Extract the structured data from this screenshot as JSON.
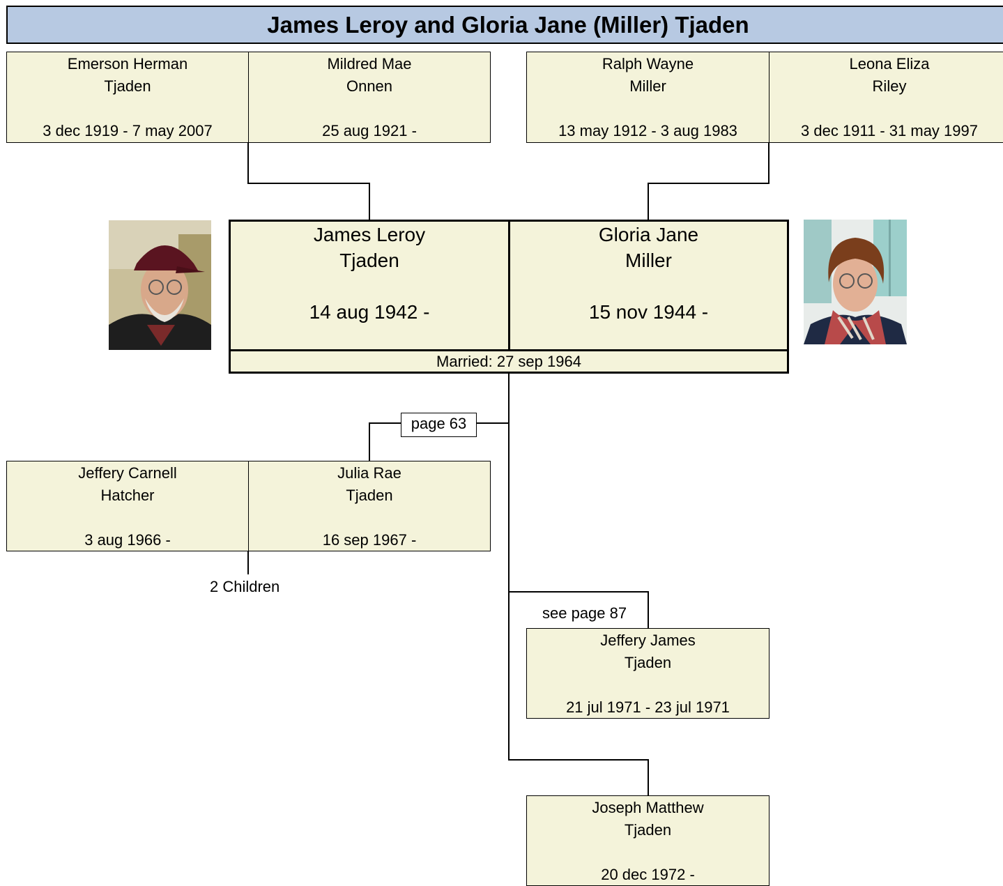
{
  "title": "James Leroy and Gloria Jane (Miller) Tjaden",
  "grandparents": [
    {
      "first": "Emerson Herman",
      "last": "Tjaden",
      "dates": "3 dec 1919 - 7 may 2007"
    },
    {
      "first": "Mildred Mae",
      "last": "Onnen",
      "dates": "25 aug 1921 -"
    },
    {
      "first": "Ralph Wayne",
      "last": "Miller",
      "dates": "13 may 1912 - 3 aug 1983"
    },
    {
      "first": "Leona Eliza",
      "last": "Riley",
      "dates": "3 dec 1911 - 31 may 1997"
    }
  ],
  "couple": {
    "husband": {
      "first": "James Leroy",
      "last": "Tjaden",
      "dates": "14 aug 1942 -"
    },
    "wife": {
      "first": "Gloria Jane",
      "last": "Miller",
      "dates": "15 nov 1944 -"
    },
    "married": "Married: 27 sep 1964"
  },
  "children": [
    {
      "spouse": {
        "first": "Jeffery Carnell",
        "last": "Hatcher",
        "dates": "3 aug 1966 -"
      },
      "child": {
        "first": "Julia Rae",
        "last": "Tjaden",
        "dates": "16 sep 1967 -"
      },
      "page_ref": "page 63",
      "children_note": "2 Children"
    },
    {
      "first": "Jeffery James",
      "last": "Tjaden",
      "dates": "21 jul 1971 - 23 jul 1971",
      "page_ref": "see page 87"
    },
    {
      "first": "Joseph Matthew",
      "last": "Tjaden",
      "dates": "20 dec 1972 -"
    }
  ],
  "colors": {
    "title_bg": "#b7c9e2",
    "box_bg": "#f4f3da",
    "line": "#000000"
  },
  "photos": {
    "husband": "portrait-man-cap-glasses",
    "wife": "portrait-woman-glasses-scarf"
  }
}
